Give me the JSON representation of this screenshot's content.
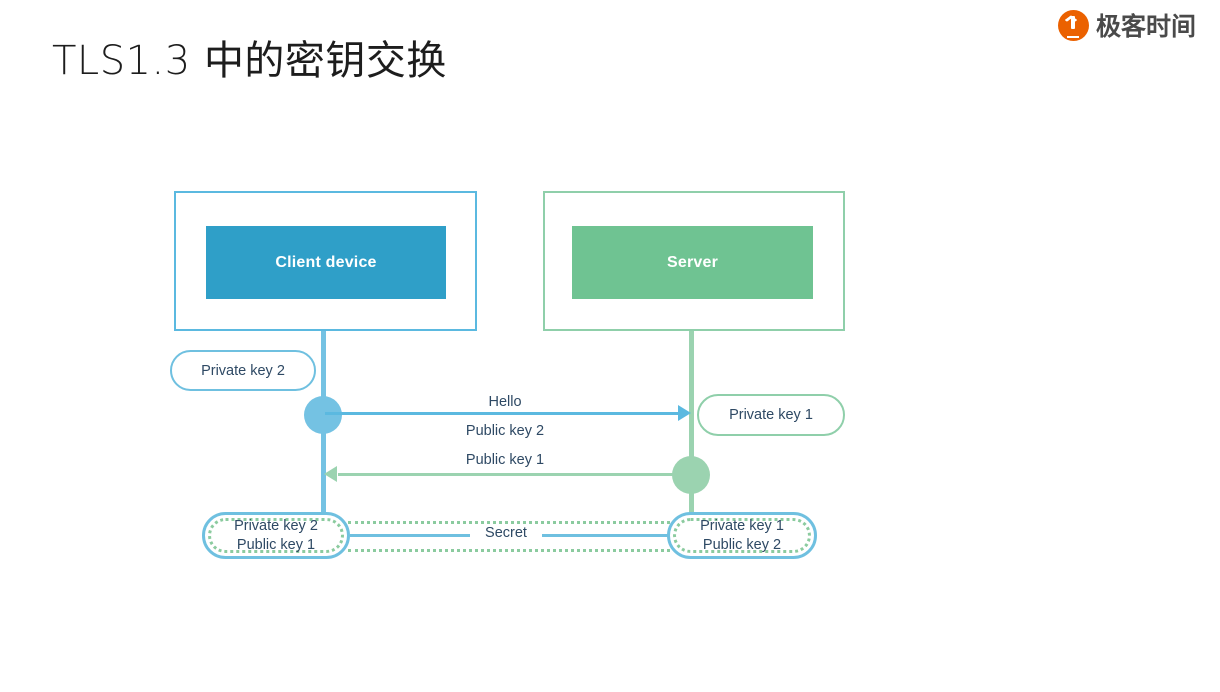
{
  "slide": {
    "title": "TLS1.3 中的密钥交换",
    "background": "#ffffff"
  },
  "brand": {
    "name": "极客时间",
    "logo_icon": "geektime-logo-icon",
    "logo_color": "#eb6100",
    "text_color": "#4a4a4a"
  },
  "diagram": {
    "type": "sequence-diagram",
    "colors": {
      "client_accent": "#2F9FC8",
      "client_light": "#74C2E3",
      "client_border": "#5BB9E0",
      "server_accent": "#6FC393",
      "server_light": "#9BD3B0",
      "server_border": "#8FCFAA",
      "text": "#2E4964"
    },
    "nodes": [
      {
        "id": "client",
        "label": "Client device"
      },
      {
        "id": "server",
        "label": "Server"
      }
    ],
    "side_keys": [
      {
        "id": "client-private",
        "label": "Private key 2",
        "side": "client"
      },
      {
        "id": "server-private",
        "label": "Private key 1",
        "side": "server"
      }
    ],
    "messages": [
      {
        "id": "m1",
        "label": "Hello",
        "direction": "client-to-server"
      },
      {
        "id": "m2",
        "label": "Public key 2",
        "direction": "client-to-server"
      },
      {
        "id": "m3",
        "label": "Public key 1",
        "direction": "server-to-client"
      }
    ],
    "derived": [
      {
        "id": "client-keys",
        "side": "client",
        "line1": "Private key 2",
        "line2": "Public key 1"
      },
      {
        "id": "server-keys",
        "side": "server",
        "line1": "Private key 1",
        "line2": "Public key 2"
      }
    ],
    "shared": {
      "label": "Secret"
    }
  }
}
